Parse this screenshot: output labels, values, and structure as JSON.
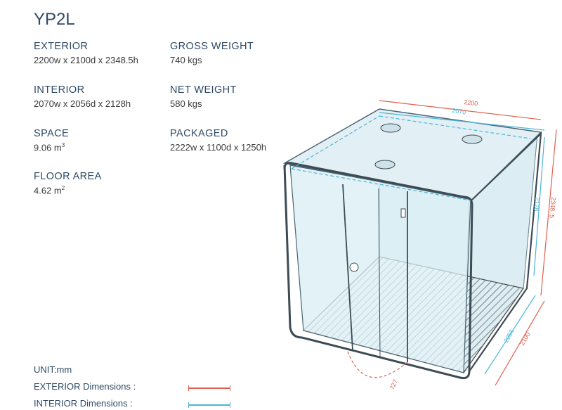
{
  "model": "YP2L",
  "specs": {
    "exterior": {
      "label": "EXTERIOR",
      "value": "2200w x 2100d x 2348.5h"
    },
    "interior": {
      "label": "INTERIOR",
      "value": "2070w x 2056d x 2128h"
    },
    "space": {
      "label": "SPACE",
      "value": "9.06 m",
      "unit_sup": "3"
    },
    "floor_area": {
      "label": "FLOOR AREA",
      "value": "4.62 m",
      "unit_sup": "2"
    },
    "gross_weight": {
      "label": "GROSS WEIGHT",
      "value": "740 kgs"
    },
    "net_weight": {
      "label": "NET WEIGHT",
      "value": "580 kgs"
    },
    "packaged": {
      "label": "PACKAGED",
      "value": "2222w x 1100d x 1250h"
    }
  },
  "legend": {
    "unit": "UNIT:mm",
    "exterior_label": "EXTERIOR Dimensions :",
    "interior_label": "INTERIOR Dimensions :",
    "exterior_color": "#e0604e",
    "interior_color": "#4bb6d6"
  },
  "dimensions": {
    "ext_width": "2200",
    "int_width": "2070",
    "int_height": "2128",
    "ext_height": "2348. 5",
    "int_depth": "2056",
    "ext_depth": "2100",
    "door_swing": "727"
  }
}
